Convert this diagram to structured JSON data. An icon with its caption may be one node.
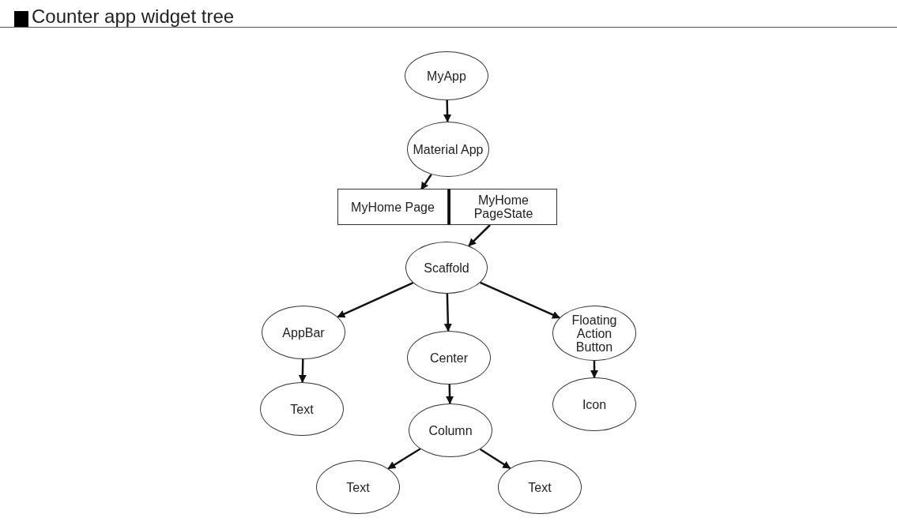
{
  "diagram": {
    "title": "Counter app widget tree",
    "nodes": [
      {
        "text": [
          "MyApp"
        ]
      },
      {
        "text": [
          "Material App"
        ]
      },
      {
        "text": [
          "MyHome Page"
        ]
      },
      {
        "text": [
          "MyHome PageState"
        ]
      },
      {
        "text": [
          "Scaffold"
        ]
      },
      {
        "text": [
          "AppBar"
        ]
      },
      {
        "text": [
          "Center"
        ]
      },
      {
        "text": [
          "Floating Action Button"
        ]
      },
      {
        "text": [
          "Text"
        ]
      },
      {
        "text": [
          "Column"
        ]
      },
      {
        "text": [
          "Icon"
        ]
      },
      {
        "text": [
          "Text"
        ]
      },
      {
        "text": [
          "Text"
        ]
      }
    ],
    "edges": [
      {
        "from": 0,
        "to": 1,
        "arrow": "to"
      },
      {
        "from": 1,
        "to": 2,
        "arrow": "to"
      },
      {
        "from": 3,
        "to": 4,
        "arrow": "to"
      },
      {
        "from": 4,
        "to": 5,
        "arrow": "to"
      },
      {
        "from": 4,
        "to": 6,
        "arrow": "to"
      },
      {
        "from": 4,
        "to": 7,
        "arrow": "to"
      },
      {
        "from": 5,
        "to": 8,
        "arrow": "to"
      },
      {
        "from": 6,
        "to": 9,
        "arrow": "to"
      },
      {
        "from": 7,
        "to": 10,
        "arrow": "to"
      },
      {
        "from": 9,
        "to": 11,
        "arrow": "to"
      },
      {
        "from": 9,
        "to": 12,
        "arrow": "to"
      }
    ]
  }
}
